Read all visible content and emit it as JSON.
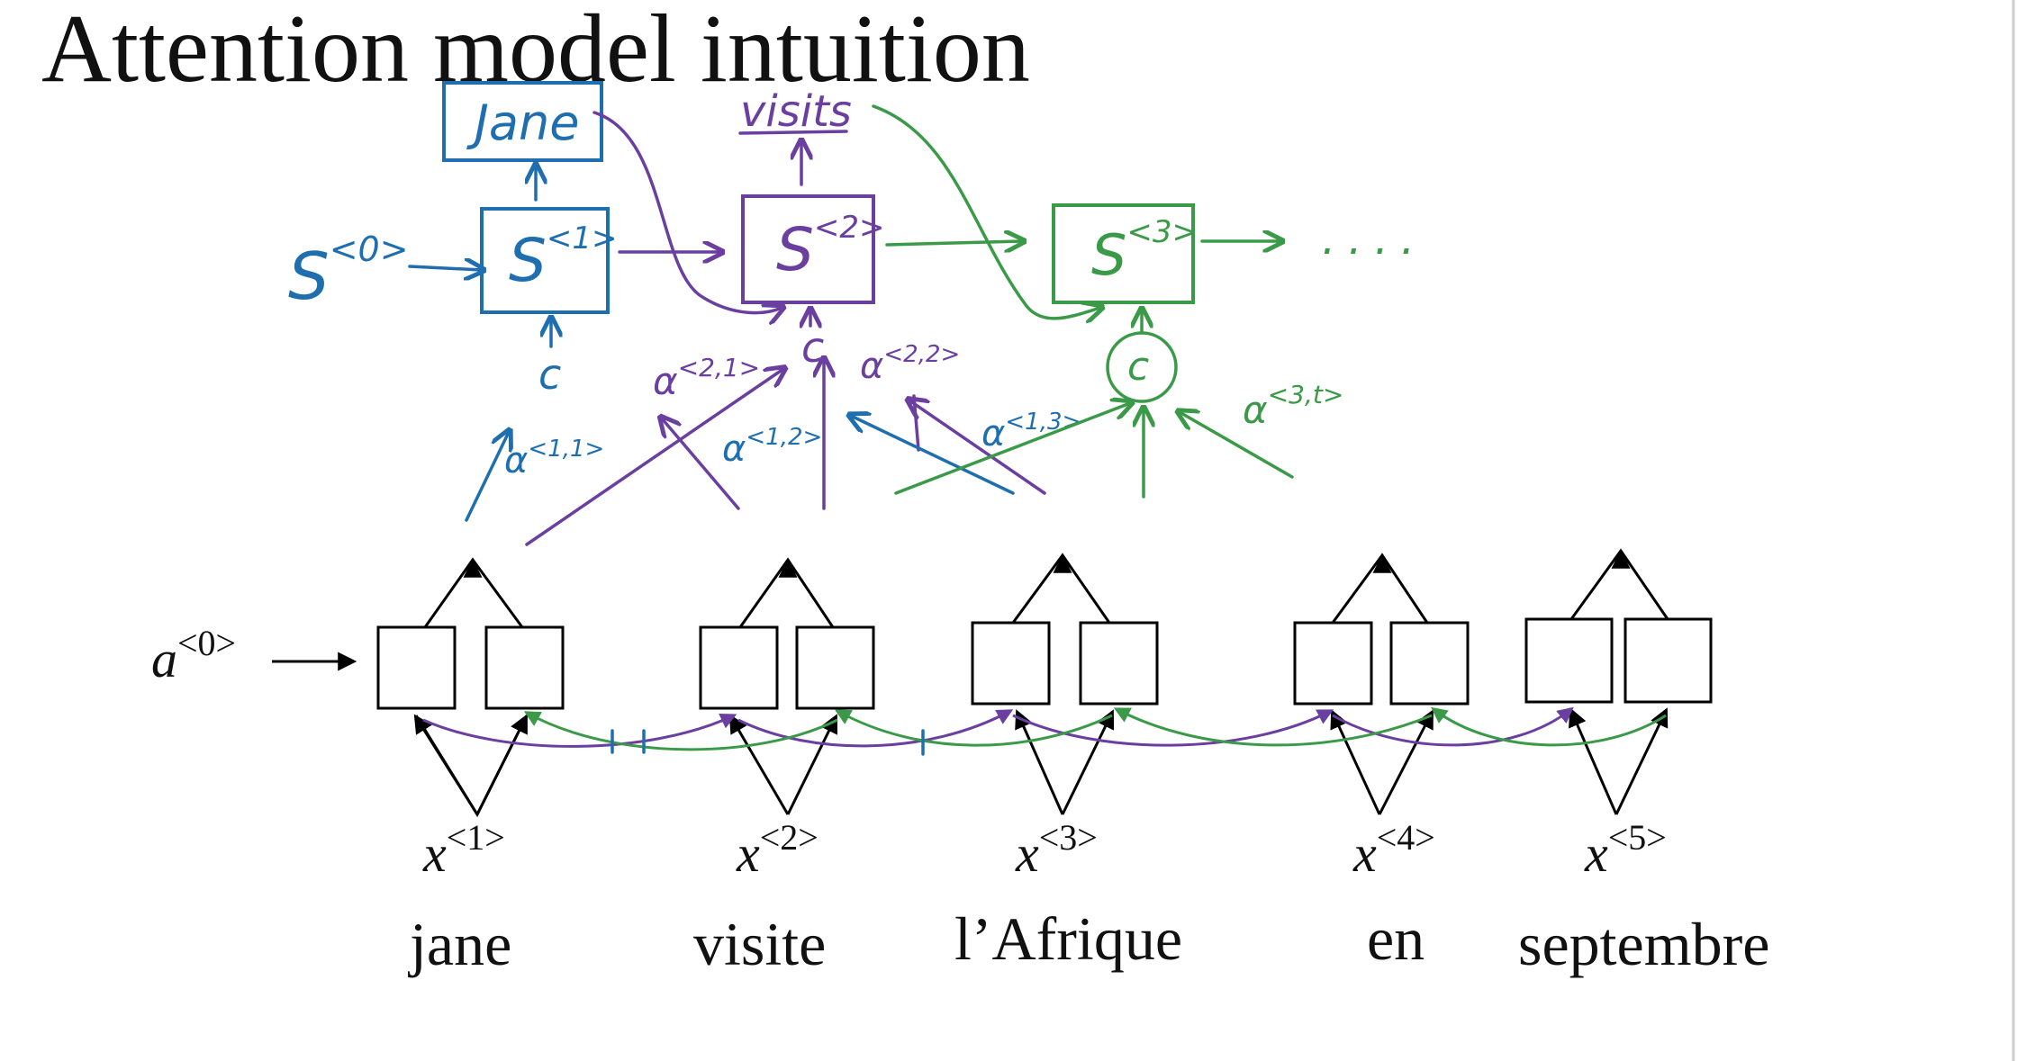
{
  "slide": {
    "title": "Attention model intuition"
  },
  "encoder": {
    "initial_activation": {
      "symbol": "a",
      "sup": "<0>"
    },
    "inputs": [
      {
        "symbol": "x",
        "sup": "<1>",
        "word": "jane"
      },
      {
        "symbol": "x",
        "sup": "<2>",
        "word": "visite"
      },
      {
        "symbol": "x",
        "sup": "<3>",
        "word": "l’Afrique"
      },
      {
        "symbol": "x",
        "sup": "<4>",
        "word": "en"
      },
      {
        "symbol": "x",
        "sup": "<5>",
        "word": "septembre"
      }
    ]
  },
  "decoder": {
    "initial_state": {
      "symbol": "S",
      "sup": "<0>"
    },
    "states": [
      {
        "symbol": "S",
        "sup": "<1>",
        "output": "Jane",
        "context": "c"
      },
      {
        "symbol": "S",
        "sup": "<2>",
        "output": "visits",
        "context": "c"
      },
      {
        "symbol": "S",
        "sup": "<3>",
        "context": "c"
      }
    ],
    "continuation": "....",
    "attention_weights": [
      {
        "symbol": "α",
        "sup": "<1,1>"
      },
      {
        "symbol": "α",
        "sup": "<2,1>"
      },
      {
        "symbol": "α",
        "sup": "<1,2>"
      },
      {
        "symbol": "α",
        "sup": "<2,2>"
      },
      {
        "symbol": "α",
        "sup": "<1,3>"
      },
      {
        "symbol": "α",
        "sup": "<3,t>"
      }
    ]
  },
  "colors": {
    "blue_ink": "#1f6fb0",
    "purple_ink": "#6a3fa0",
    "green_ink": "#3a9a48",
    "print": "#111111"
  }
}
